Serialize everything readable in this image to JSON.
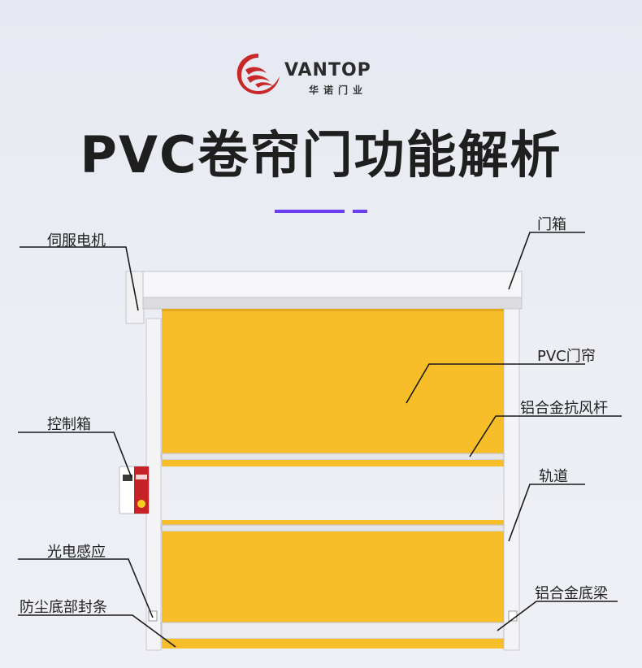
{
  "brand": {
    "name_en": "VANTOP",
    "name_cn": "华诺门业",
    "logo_color": "#c8282a"
  },
  "title": "PVC卷帘门功能解析",
  "accent_color": "#6a3ef0",
  "curtain_color": "#f7be2a",
  "labels": {
    "servo_motor": "伺服电机",
    "door_box": "门箱",
    "pvc_curtain": "PVC门帘",
    "wind_bar": "铝合金抗风杆",
    "control_box": "控制箱",
    "track": "轨道",
    "photo_sensor": "光电感应",
    "bottom_seal": "防尘底部封条",
    "bottom_beam": "铝合金底梁"
  }
}
